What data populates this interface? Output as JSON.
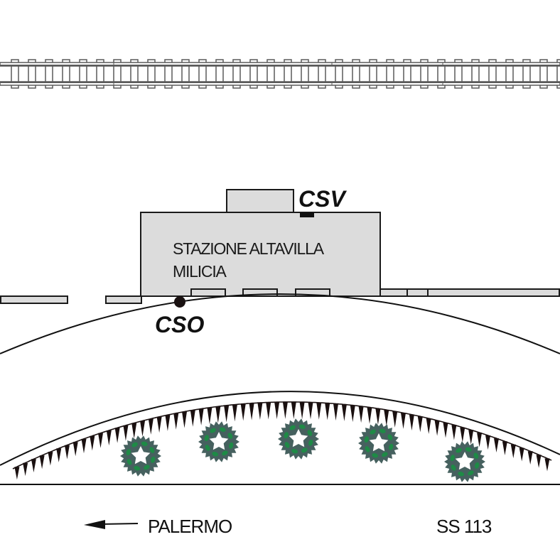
{
  "diagram": {
    "station": {
      "name_line1": "STAZIONE ALTAVILLA",
      "name_line2": "MILICIA",
      "fill_color": "#dcdcdc"
    },
    "markers": {
      "csv_label": "CSV",
      "cso_label": "CSO"
    },
    "railway": {
      "color": "#5a5a5a"
    },
    "road": {
      "direction_label": "PALERMO",
      "direction_icon": "arrow-left-icon",
      "road_name": "SS 113"
    },
    "vegetation": {
      "tree_count": 5,
      "foliage_dark": "#46615f",
      "foliage_light": "#1e8a46"
    }
  }
}
